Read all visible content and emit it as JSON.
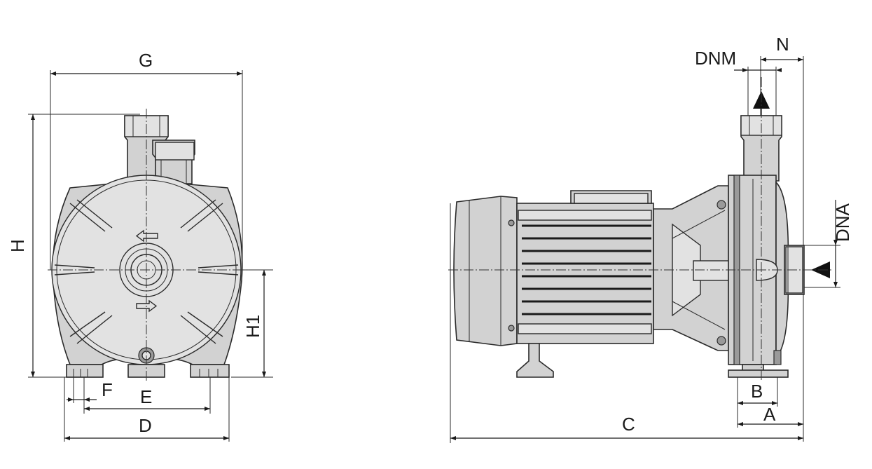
{
  "labels": {
    "G": "G",
    "H": "H",
    "H1": "H1",
    "F": "F",
    "E": "E",
    "D": "D",
    "N": "N",
    "DNM": "DNM",
    "DNA": "DNA",
    "B": "B",
    "A": "A",
    "C": "C"
  },
  "colors": {
    "body": "#d2d2d2",
    "outline": "#2a2a2a",
    "arrow": "#111111"
  }
}
